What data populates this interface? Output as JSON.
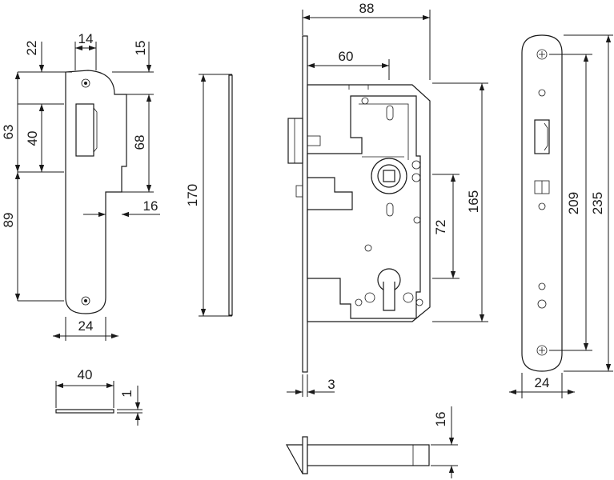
{
  "dimensions": {
    "strike_top_offset": "22",
    "strike_slot_width": "14",
    "strike_right_offset": "15",
    "strike_height_63": "63",
    "strike_slot_height": "40",
    "strike_lip_height": "68",
    "strike_step": "16",
    "strike_lower": "89",
    "strike_width": "24",
    "plate_height": "170",
    "plate_length": "40",
    "plate_thickness": "1",
    "body_depth": "88",
    "backset": "60",
    "body_height": "165",
    "center_distance": "72",
    "forend_thickness": "3",
    "latch_height": "16",
    "forend_screw_distance": "209",
    "forend_height": "235",
    "forend_width": "24"
  }
}
